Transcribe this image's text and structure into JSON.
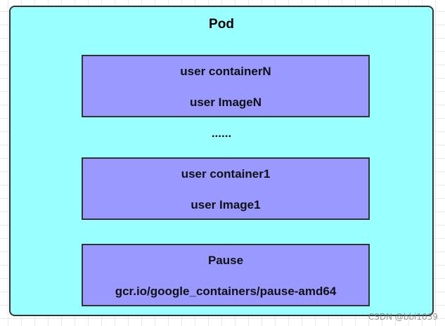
{
  "pod": {
    "title": "Pod",
    "ellipsis": "......",
    "containers": [
      {
        "name": "user containerN",
        "image": "user ImageN"
      },
      {
        "name": "user container1",
        "image": "user Image1"
      },
      {
        "name": "Pause",
        "image": "gcr.io/google_containers/pause-amd64"
      }
    ]
  },
  "watermark": "CSDN @bbi1039"
}
